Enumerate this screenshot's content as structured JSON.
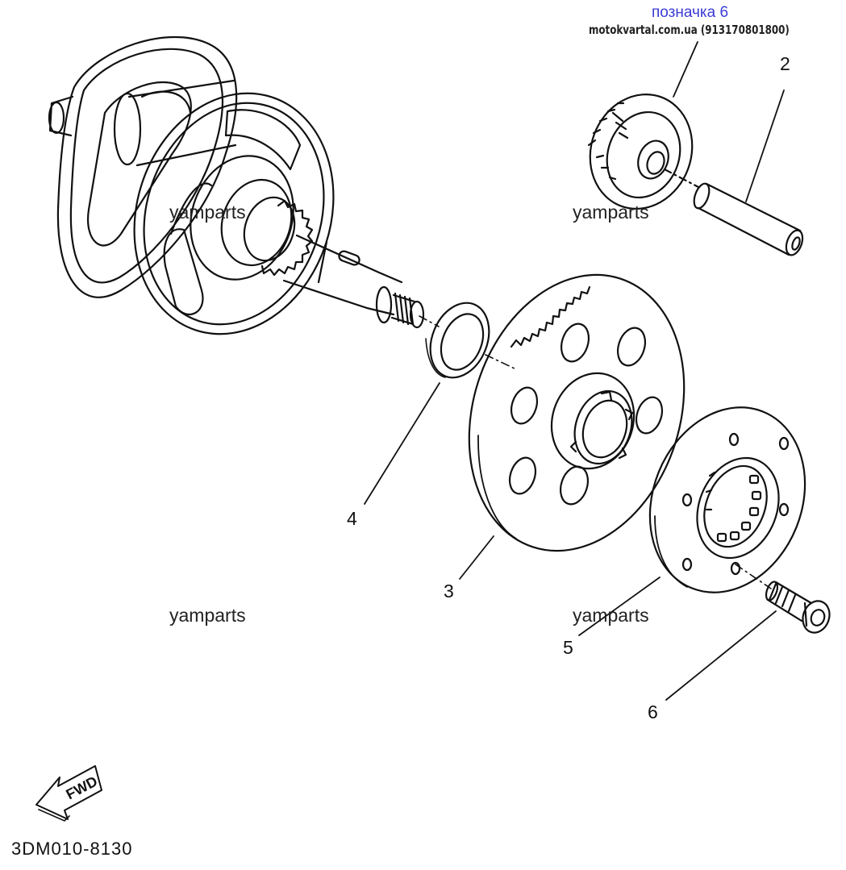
{
  "header": {
    "title": "позначка 6",
    "site": "motokvartal.com.ua (913170801800)"
  },
  "watermarks": [
    "yamparts",
    "yamparts",
    "yamparts",
    "yamparts"
  ],
  "callouts": [
    {
      "id": 2,
      "label": "2"
    },
    {
      "id": 3,
      "label": "3"
    },
    {
      "id": 4,
      "label": "4"
    },
    {
      "id": 5,
      "label": "5"
    },
    {
      "id": 6,
      "label": "6"
    }
  ],
  "fwd_label": "FWD",
  "diagram_code": "3DM010-8130"
}
